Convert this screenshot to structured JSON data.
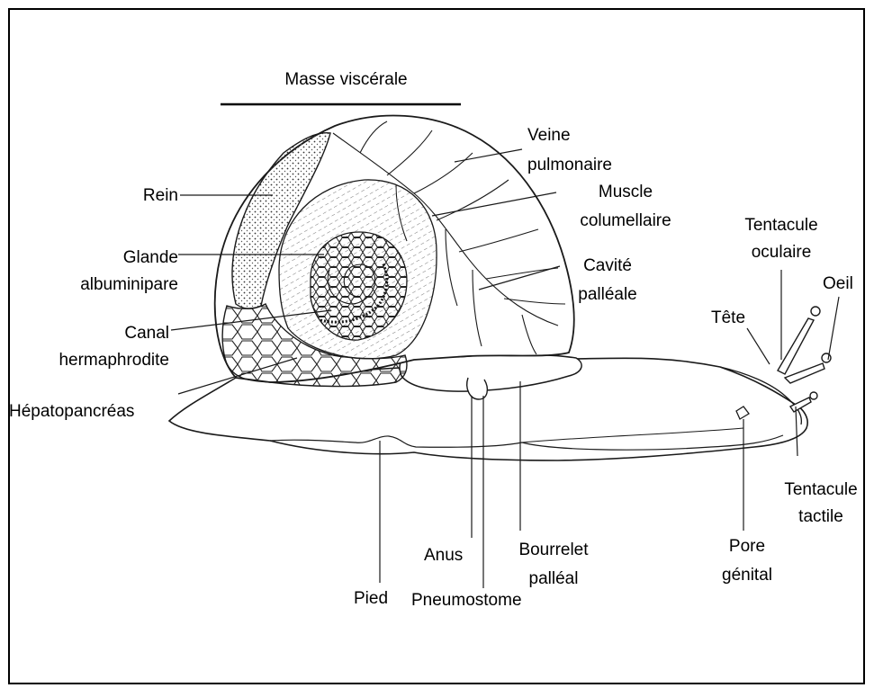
{
  "diagram": {
    "colors": {
      "ink": "#1a1a1a",
      "background": "#ffffff"
    },
    "title": "Masse viscérale",
    "labels": {
      "rein": "Rein",
      "glande": "Glande albuminipare",
      "canal": "Canal hermaphrodite",
      "hepato": "Hépatopancréas",
      "veine": "Veine pulmonaire",
      "muscle": "Muscle columellaire",
      "cavite": "Cavité palléale",
      "tentacule_oculaire": "Tentacule oculaire",
      "oeil": "Oeil",
      "tete": "Tête",
      "tentacule_tactile": "Tentacule tactile",
      "pore": "Pore génital",
      "bourrelet": "Bourrelet palléal",
      "anus": "Anus",
      "pneumostome": "Pneumostome",
      "pied": "Pied"
    }
  }
}
